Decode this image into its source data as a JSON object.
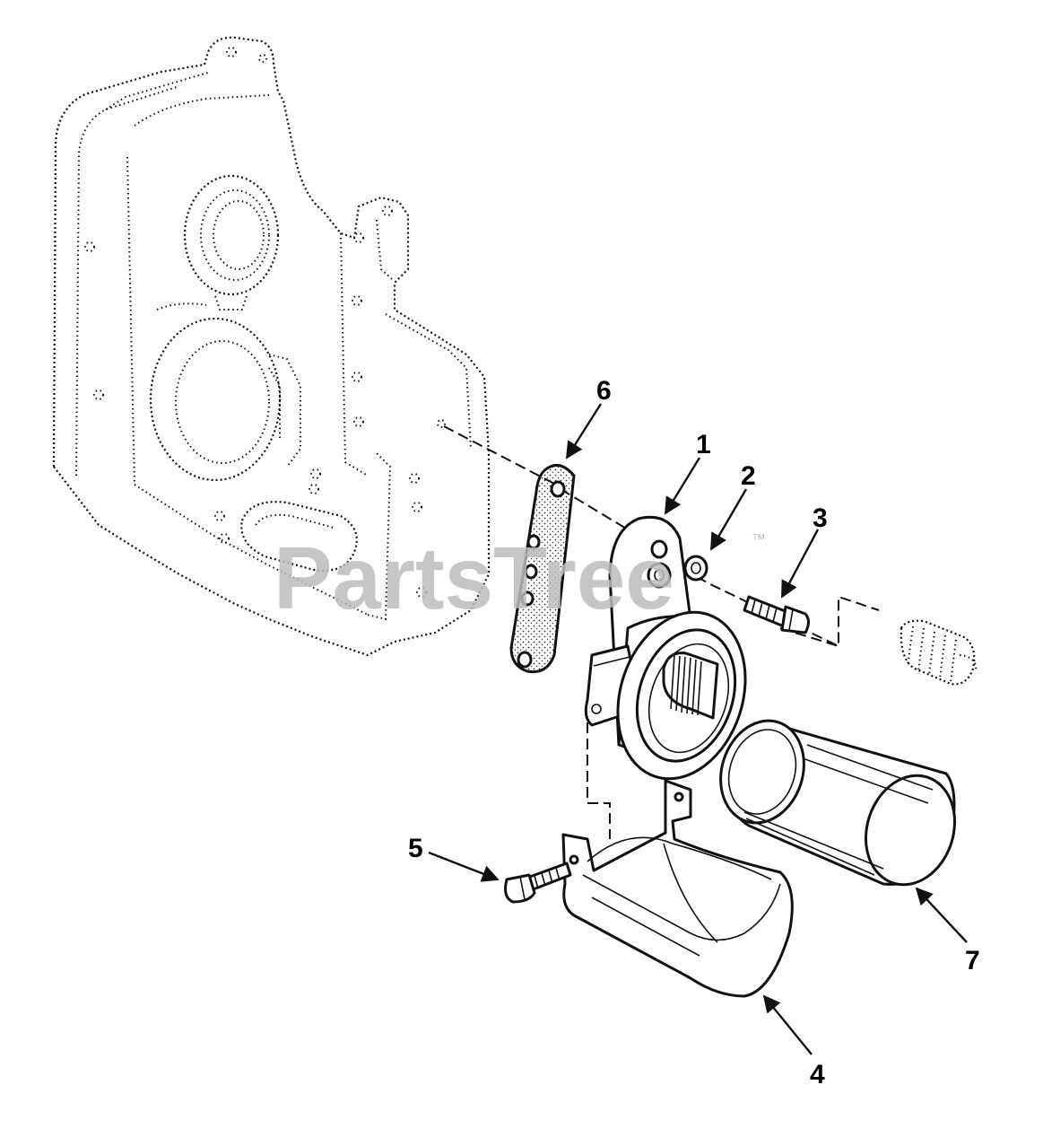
{
  "watermark": {
    "text": "PartsTree",
    "trademark": "™"
  },
  "callouts": [
    {
      "id": "1",
      "label": "1"
    },
    {
      "id": "2",
      "label": "2"
    },
    {
      "id": "3",
      "label": "3"
    },
    {
      "id": "4",
      "label": "4"
    },
    {
      "id": "5",
      "label": "5"
    },
    {
      "id": "6",
      "label": "6"
    },
    {
      "id": "7",
      "label": "7"
    }
  ],
  "icons": {
    "leader_arrow": "arrow-icon"
  }
}
